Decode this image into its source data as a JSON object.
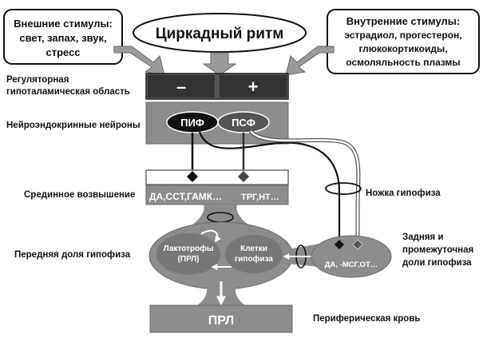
{
  "external_stimuli": {
    "line1": "Внешние стимулы:",
    "line2": "свет, запах, звук,",
    "line3": "стресс"
  },
  "internal_stimuli": {
    "line1": "Внутренние стимулы:",
    "line2": "эстрадиол, прогестерон,",
    "line3": "глюкокортикоиды,",
    "line4": "осмоляльность плазмы"
  },
  "circadian": "Циркадный ритм",
  "regulatory": {
    "line1": "Регуляторная",
    "line2": "гипоталамическая область",
    "minus": "–",
    "plus": "+"
  },
  "neuroendocrine": {
    "label": "Нейроэндокринные нейроны",
    "pif": "ПИФ",
    "psf": "ПСФ"
  },
  "median": {
    "label": "Срединное возвышение",
    "text_left": "ДА,ССТ,ГАМК…",
    "text_right": "ТРГ,НТ…"
  },
  "stalk": "Ножка гипофиза",
  "anterior": {
    "label": "Передняя доля гипофиза",
    "lactotrophs_line1": "Лактотрофы",
    "lactotrophs_line2": "(ПРЛ)",
    "cells_line1": "Клетки",
    "cells_line2": "гипофиза"
  },
  "posterior": {
    "label_line1": "Задняя и",
    "label_line2": "промежуточная",
    "label_line3": "доли гипофиза",
    "text": "ДА, -МСГ,ОТ…"
  },
  "peripheral": {
    "prl": "ПРЛ",
    "label": "Периферическая кровь"
  },
  "colors": {
    "block_gray": "#8c8c8c",
    "dark_box": "#333333",
    "black": "#111111",
    "light_gray": "#bdbdbd",
    "white": "#ffffff"
  }
}
